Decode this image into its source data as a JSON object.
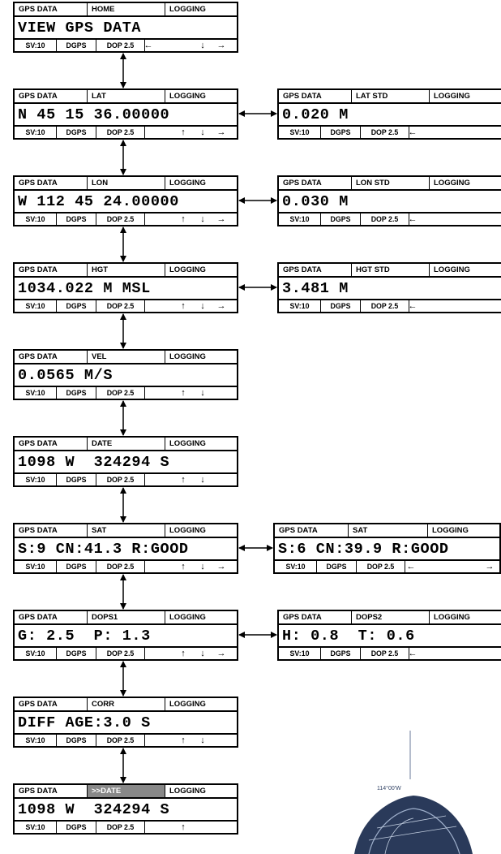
{
  "footer": {
    "sv": "SV:10",
    "dgps": "DGPS",
    "dop": "DOP 2.5"
  },
  "screens": [
    {
      "id": "home",
      "header": [
        "GPS DATA",
        "HOME",
        "LOGGING"
      ],
      "main": "VIEW GPS DATA",
      "arrows": "←↓→"
    },
    {
      "id": "lat",
      "header": [
        "GPS DATA",
        "LAT",
        "LOGGING"
      ],
      "main": "N 45 15 36.00000",
      "arrows": "↑↓→"
    },
    {
      "id": "lat-std",
      "header": [
        "GPS DATA",
        "LAT STD",
        "LOGGING"
      ],
      "main": "0.020 M",
      "arrows": "←"
    },
    {
      "id": "lon",
      "header": [
        "GPS DATA",
        "LON",
        "LOGGING"
      ],
      "main": "W 112 45 24.00000",
      "arrows": "↑↓→"
    },
    {
      "id": "lon-std",
      "header": [
        "GPS DATA",
        "LON STD",
        "LOGGING"
      ],
      "main": "0.030 M",
      "arrows": "←"
    },
    {
      "id": "hgt",
      "header": [
        "GPS DATA",
        "HGT",
        "LOGGING"
      ],
      "main": "1034.022 M MSL",
      "arrows": "↑↓→"
    },
    {
      "id": "hgt-std",
      "header": [
        "GPS DATA",
        "HGT STD",
        "LOGGING"
      ],
      "main": "3.481 M",
      "arrows": "←"
    },
    {
      "id": "vel",
      "header": [
        "GPS DATA",
        "VEL",
        "LOGGING"
      ],
      "main": "0.0565 M/S",
      "arrows": "↑↓"
    },
    {
      "id": "date",
      "header": [
        "GPS DATA",
        "DATE",
        "LOGGING"
      ],
      "main": "1098 W  324294 S",
      "arrows": "↑↓"
    },
    {
      "id": "sat",
      "header": [
        "GPS DATA",
        "SAT",
        "LOGGING"
      ],
      "main": "S:9 CN:41.3 R:GOOD",
      "arrows": "↑↓→"
    },
    {
      "id": "sat2",
      "header": [
        "GPS DATA",
        "SAT",
        "LOGGING"
      ],
      "main": "S:6 CN:39.9 R:GOOD",
      "arrows": "←→"
    },
    {
      "id": "dops1",
      "header": [
        "GPS DATA",
        "DOPS1",
        "LOGGING"
      ],
      "main": "G: 2.5  P: 1.3",
      "arrows": "↑↓→"
    },
    {
      "id": "dops2",
      "header": [
        "GPS DATA",
        "DOPS2",
        "LOGGING"
      ],
      "main": "H: 0.8  T: 0.6",
      "arrows": "←"
    },
    {
      "id": "corr",
      "header": [
        "GPS DATA",
        "CORR",
        "LOGGING"
      ],
      "main": "DIFF AGE:3.0 S",
      "arrows": "↑↓"
    },
    {
      "id": "date-select",
      "header": [
        "GPS DATA",
        ">>DATE",
        "LOGGING"
      ],
      "main": "1098 W  324294 S",
      "arrows": "↑",
      "highlight_mode": true
    }
  ],
  "map_label": "114°00'W",
  "colors": {
    "line": "#000000",
    "highlight": "#888888",
    "map": "#334466"
  }
}
